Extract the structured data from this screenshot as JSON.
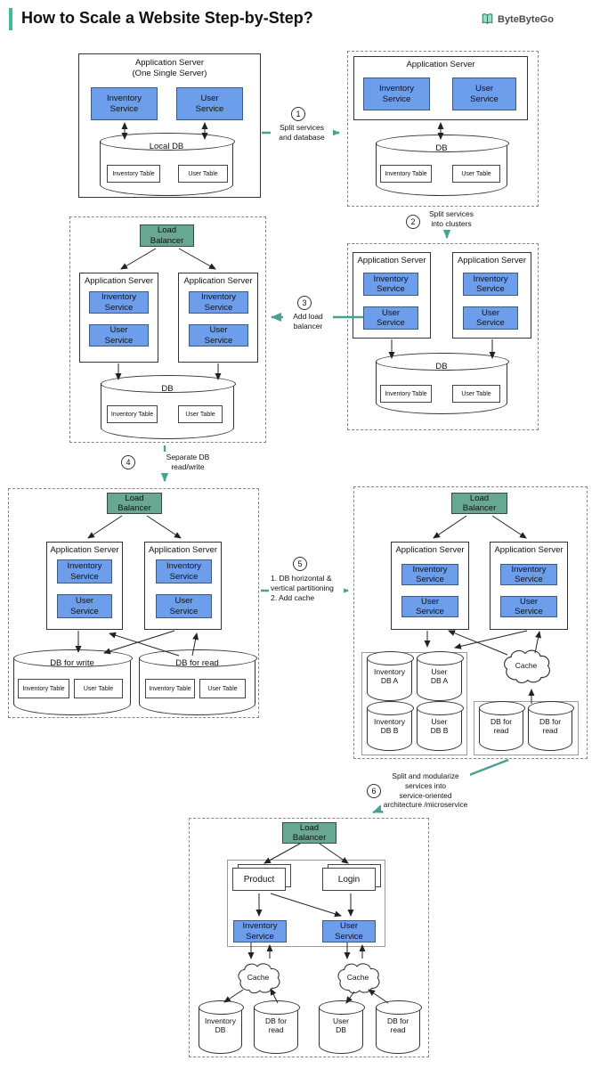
{
  "header": {
    "title": "How to Scale a Website Step-by-Step?",
    "brand": "ByteByteGo"
  },
  "common": {
    "app_server": "Application Server",
    "inventory_service": "Inventory\nService",
    "user_service": "User\nService",
    "inventory_table": "Inventory Table",
    "user_table": "User Table",
    "load_balancer": "Load\nBalancer",
    "db": "DB",
    "cache": "Cache",
    "db_for_read_2line": "DB for\nread"
  },
  "d1": {
    "title": "Application Server\n(One Single Server)",
    "db": "Local DB"
  },
  "d5": {
    "db_write": "DB for write",
    "db_read": "DB for read"
  },
  "d6": {
    "inv_a": "Inventory\nDB A",
    "user_a": "User\nDB A",
    "inv_b": "Inventory\nDB B",
    "user_b": "User\nDB B"
  },
  "d7": {
    "product": "Product",
    "login": "Login",
    "inv_db": "Inventory\nDB",
    "user_db": "User\nDB"
  },
  "steps": [
    {
      "num": "1",
      "label": "Split services\nand database"
    },
    {
      "num": "2",
      "label": "Split services\ninto clusters"
    },
    {
      "num": "3",
      "label": "Add load\nbalancer"
    },
    {
      "num": "4",
      "label": "Separate DB\nread/write"
    },
    {
      "num": "5",
      "label": "1. DB horizontal &\nvertical partitioning\n2. Add cache"
    },
    {
      "num": "6",
      "label": "Split and modularize\nservices into\nservice-oriented\narchitecture /microservice"
    }
  ],
  "colors": {
    "accent": "#45a390",
    "title_bar": "#3cbd96",
    "service": "#6d9eeb",
    "service_border": "#3d5a80",
    "balancer": "#68a792",
    "line": "#222222"
  }
}
